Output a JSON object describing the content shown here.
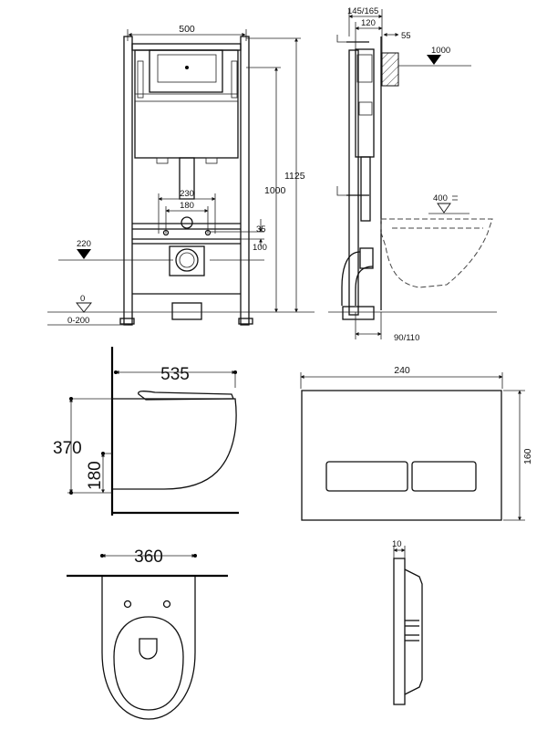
{
  "frame_front": {
    "width": "500",
    "height_total": "1125",
    "height_inner": "1000",
    "dim_230": "230",
    "dim_180": "180",
    "dim_35": "35",
    "dim_100": "100",
    "level_220": "220",
    "level_0": "0",
    "level_range": "0-200"
  },
  "frame_side": {
    "depth_range": "145/165",
    "depth_120": "120",
    "depth_55": "55",
    "level_1000": "1000",
    "level_400": "400",
    "base_range": "90/110"
  },
  "toilet_side": {
    "length": "535",
    "height": "370",
    "height_low": "180"
  },
  "flush_plate": {
    "width": "240",
    "height": "160",
    "thickness": "10"
  },
  "toilet_top": {
    "width": "360"
  }
}
